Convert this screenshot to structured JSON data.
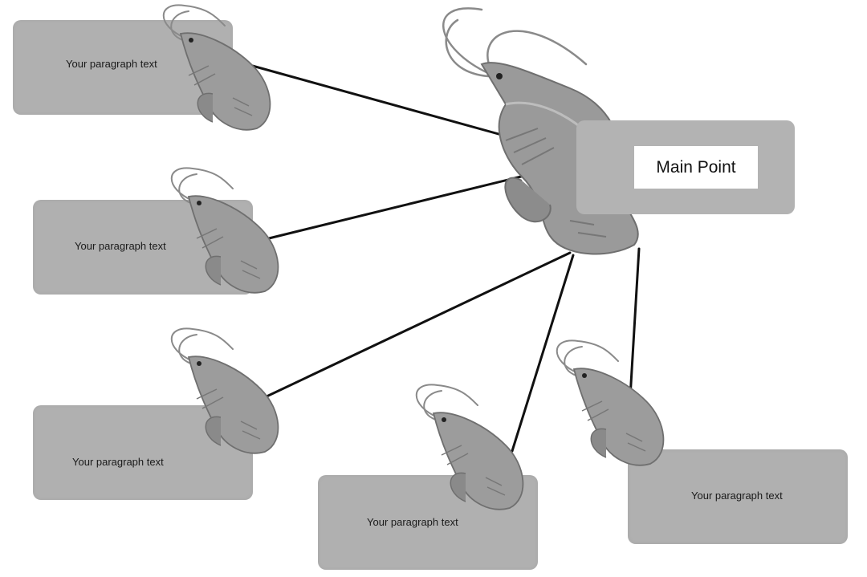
{
  "main_point": {
    "label": "Main Point"
  },
  "nodes": [
    {
      "text": "Your paragraph text"
    },
    {
      "text": "Your paragraph text"
    },
    {
      "text": "Your paragraph text"
    },
    {
      "text": "Your paragraph text"
    },
    {
      "text": "Your paragraph text"
    }
  ],
  "colors": {
    "card": "#b0b0b0",
    "connector": "#111111",
    "shrimp_body": "#9a9a9a",
    "shrimp_dark": "#6f6f6f",
    "background": "#ffffff"
  }
}
